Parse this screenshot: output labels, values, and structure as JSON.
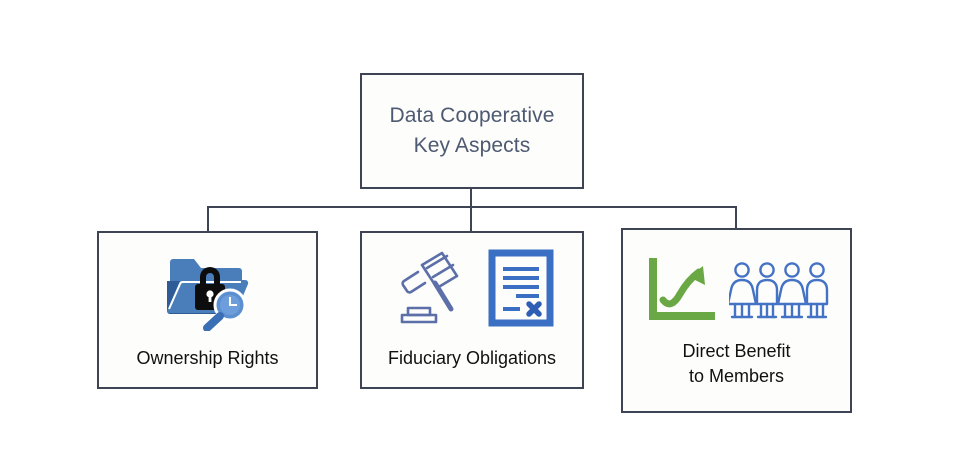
{
  "diagram": {
    "root": {
      "label": "Data Cooperative\nKey Aspects",
      "border_color": "#3f4455",
      "text_color": "#4e5a72"
    },
    "connector_color": "#3f4455",
    "nodes": [
      {
        "id": "ownership-rights",
        "label": "Ownership Rights",
        "icons": [
          "folder-icon",
          "lock-icon",
          "magnifier-icon"
        ],
        "icon_colors": {
          "folder": "#4a7ebb",
          "folder_dark": "#3a66a0",
          "lock": "#0d0d0d",
          "magnifier": "#4a7ebb"
        }
      },
      {
        "id": "fiduciary-obligations",
        "label": "Fiduciary Obligations",
        "icons": [
          "gavel-icon",
          "document-x-icon"
        ],
        "icon_colors": {
          "gavel": "#5c6fa8",
          "document_border": "#3a6fc4",
          "document_lines": "#3a6fc4"
        }
      },
      {
        "id": "direct-benefit-to-members",
        "label": "Direct Benefit\nto Members",
        "icons": [
          "growth-chart-icon",
          "people-group-icon"
        ],
        "icon_colors": {
          "chart": "#6aa845",
          "people": "#4472c4"
        }
      }
    ]
  }
}
